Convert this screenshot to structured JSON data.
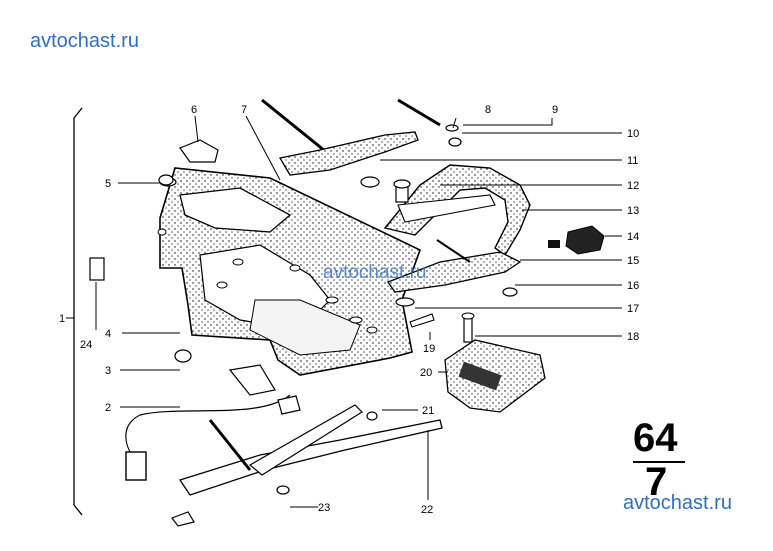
{
  "watermarks": {
    "top": "avtochast.ru",
    "middle": "avtochast.ru",
    "bottom": "avtochast.ru"
  },
  "page_number": {
    "top": "64",
    "bottom": "7"
  },
  "callouts": {
    "c1": "1",
    "c2": "2",
    "c3": "3",
    "c4": "4",
    "c5": "5",
    "c6": "6",
    "c7": "7",
    "c8": "8",
    "c9": "9",
    "c10": "10",
    "c11": "11",
    "c12": "12",
    "c13": "13",
    "c14": "14",
    "c15": "15",
    "c16": "16",
    "c17": "17",
    "c18": "18",
    "c19": "19",
    "c20": "20",
    "c21": "21",
    "c22": "22",
    "c23": "23",
    "c24": "24"
  },
  "colors": {
    "watermark": "#2f6fc7",
    "ink": "#000000"
  }
}
